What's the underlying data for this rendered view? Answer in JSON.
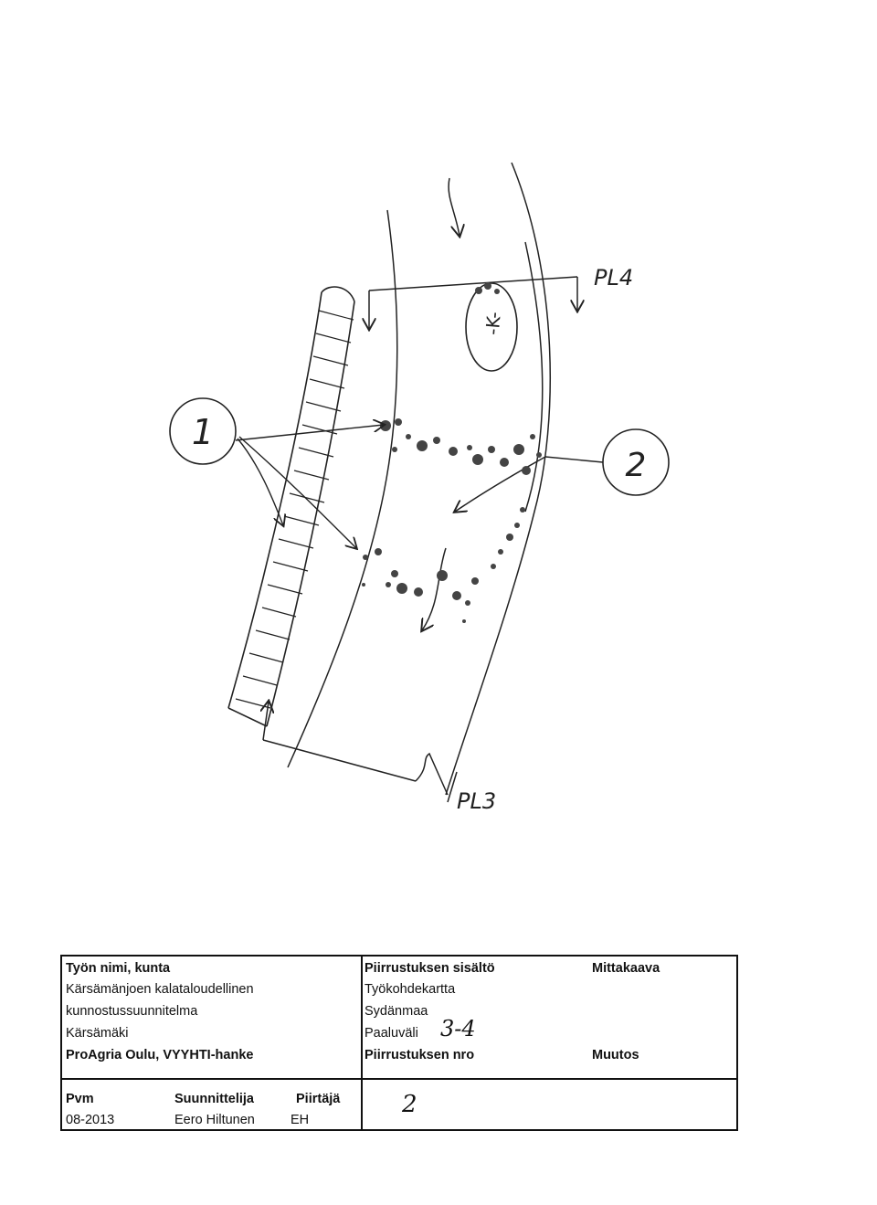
{
  "drawing": {
    "callout_1": "1",
    "callout_2": "2",
    "stake_top": "PL4",
    "stake_bottom": "PL3",
    "zone_label": "-K-"
  },
  "title_block": {
    "job_label": "Työn nimi, kunta",
    "job_line1": "Kärsämänjoen kalataloudellinen",
    "job_line2": "kunnostussuunnitelma",
    "job_line3": "Kärsämäki",
    "org": "ProAgria Oulu, VYYHTI-hanke",
    "content_label": "Piirrustuksen sisältö",
    "content_line1": "Työkohdekartta",
    "content_line2": "Sydänmaa",
    "content_line3": "Paaluväli",
    "content_handwritten": "3-4",
    "number_label": "Piirrustuksen nro",
    "number_value": "2",
    "scale_label": "Mittakaava",
    "changes_label": "Muutos",
    "date_label": "Pvm",
    "date_value": "08-2013",
    "designer_label": "Suunnittelija",
    "designer_value": "Eero Hiltunen",
    "drafter_label": "Piirtäjä",
    "drafter_value": "EH"
  }
}
